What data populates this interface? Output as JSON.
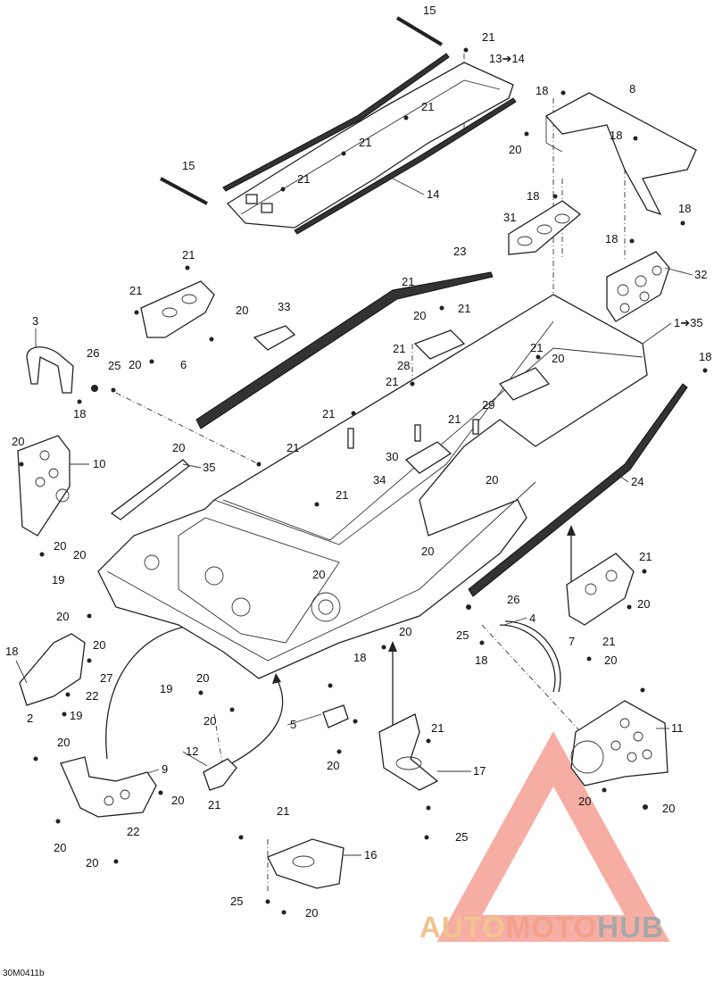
{
  "labels": [
    "15",
    "21",
    "13➔14",
    "21",
    "21",
    "21",
    "14",
    "15",
    "8",
    "18",
    "18",
    "20",
    "18",
    "18",
    "31",
    "18",
    "32",
    "23",
    "21",
    "21",
    "20",
    "21",
    "33",
    "20",
    "21",
    "20",
    "6",
    "3",
    "26",
    "25",
    "18",
    "21",
    "28",
    "1➔35",
    "18",
    "21",
    "20",
    "21",
    "21",
    "29",
    "20",
    "10",
    "20",
    "35",
    "21",
    "21",
    "30",
    "34",
    "24",
    "20",
    "20",
    "21",
    "20",
    "19",
    "20",
    "21",
    "20",
    "26",
    "18",
    "20",
    "4",
    "7",
    "21",
    "25",
    "20",
    "20",
    "18",
    "27",
    "22",
    "20",
    "19",
    "2",
    "19",
    "18",
    "5",
    "20",
    "20",
    "20",
    "21",
    "20",
    "17",
    "11",
    "20",
    "12",
    "9",
    "20",
    "21",
    "20",
    "20",
    "22",
    "25",
    "20",
    "20",
    "21",
    "16",
    "25",
    "20"
  ],
  "watermark": {
    "part1": "AUTO",
    "part2": "MOTO",
    "part3": "HUB"
  },
  "drawing_code": "30M0411b"
}
